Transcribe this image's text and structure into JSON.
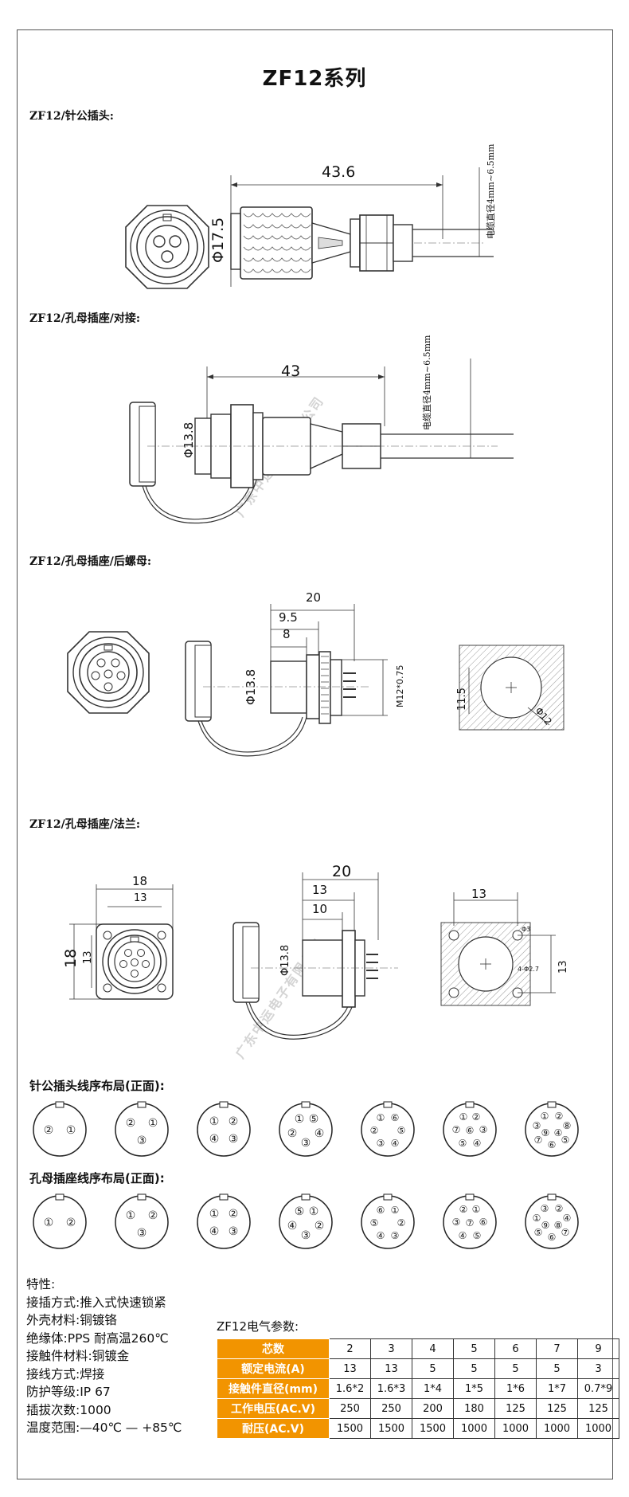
{
  "title": "ZF12系列",
  "sections": {
    "s1": "ZF12/针公插头:",
    "s2": "ZF12/孔母插座/对接:",
    "s3": "ZF12/孔母插座/后螺母:",
    "s4": "ZF12/孔母插座/法兰:"
  },
  "dims": {
    "s1_len": "43.6",
    "s1_dia": "Φ17.5",
    "s1_cable": "电缆直径4mm~6.5mm",
    "s2_len": "43",
    "s2_dia": "Φ13.8",
    "s2_cable": "电缆直径4mm~6.5mm",
    "s3_len": "20",
    "s3_mid": "9.5",
    "s3_short": "8",
    "s3_dia": "Φ13.8",
    "s3_thread": "M12*0.75",
    "s3_cut_h": "11.5",
    "s3_cut_d": "Φ12",
    "s4_w": "18",
    "s4_inner": "13",
    "s4_h": "18",
    "s4_inner_v": "13",
    "s4_len": "20",
    "s4_mid": "13",
    "s4_short": "10",
    "s4_dia": "Φ13.8",
    "s4_panel_w": "13",
    "s4_panel_h": "13",
    "s4_hole": "Φ3",
    "s4_hole2": "4-Φ2.7"
  },
  "layouts": {
    "male_title": "针公插头线序布局(正面):",
    "female_title": "孔母插座线序布局(正面):",
    "male": [
      [
        "②",
        "①"
      ],
      [
        "②",
        "①",
        "③"
      ],
      [
        "①",
        "②",
        "④",
        "③"
      ],
      [
        "①",
        "⑤",
        "②",
        "④",
        "③"
      ],
      [
        "①",
        "⑥",
        "②",
        "⑤",
        "③",
        "④"
      ],
      [
        "①",
        "②",
        "⑦",
        "⑥",
        "③",
        "⑤",
        "④"
      ],
      [
        "①",
        "②",
        "③",
        "⑧",
        "⑨",
        "④",
        "⑦",
        "⑥",
        "⑤"
      ]
    ],
    "female": [
      [
        "①",
        "②"
      ],
      [
        "①",
        "②",
        "③"
      ],
      [
        "①",
        "②",
        "④",
        "③"
      ],
      [
        "⑤",
        "①",
        "④",
        "②",
        "③"
      ],
      [
        "⑥",
        "①",
        "⑤",
        "②",
        "④",
        "③"
      ],
      [
        "②",
        "①",
        "③",
        "⑦",
        "⑥",
        "④",
        "⑤"
      ],
      [
        "③",
        "②",
        "①",
        "④",
        "⑨",
        "⑧",
        "⑤",
        "⑥",
        "⑦"
      ]
    ]
  },
  "features": {
    "heading": "特性:",
    "lines": [
      "接插方式:推入式快速锁紧",
      "外壳材料:铜镀铬",
      "绝缘体:PPS 耐高温260℃",
      "接触件材料:铜镀金",
      "接线方式:焊接",
      "防护等级:IP 67",
      "插拔次数:1000",
      "温度范围:—40℃ — +85℃"
    ]
  },
  "electrical": {
    "heading": "ZF12电气参数:",
    "rows": [
      {
        "label": "芯数",
        "values": [
          "2",
          "3",
          "4",
          "5",
          "6",
          "7",
          "9"
        ]
      },
      {
        "label": "额定电流(A)",
        "values": [
          "13",
          "13",
          "5",
          "5",
          "5",
          "5",
          "3"
        ]
      },
      {
        "label": "接触件直径(mm)",
        "values": [
          "1.6*2",
          "1.6*3",
          "1*4",
          "1*5",
          "1*6",
          "1*7",
          "0.7*9"
        ]
      },
      {
        "label": "工作电压(AC.V)",
        "values": [
          "250",
          "250",
          "200",
          "180",
          "125",
          "125",
          "125"
        ]
      },
      {
        "label": "耐压(AC.V)",
        "values": [
          "1500",
          "1500",
          "1500",
          "1000",
          "1000",
          "1000",
          "1000"
        ]
      }
    ],
    "header_color": "#f29400"
  },
  "watermark": "广东中运电子有限公司"
}
